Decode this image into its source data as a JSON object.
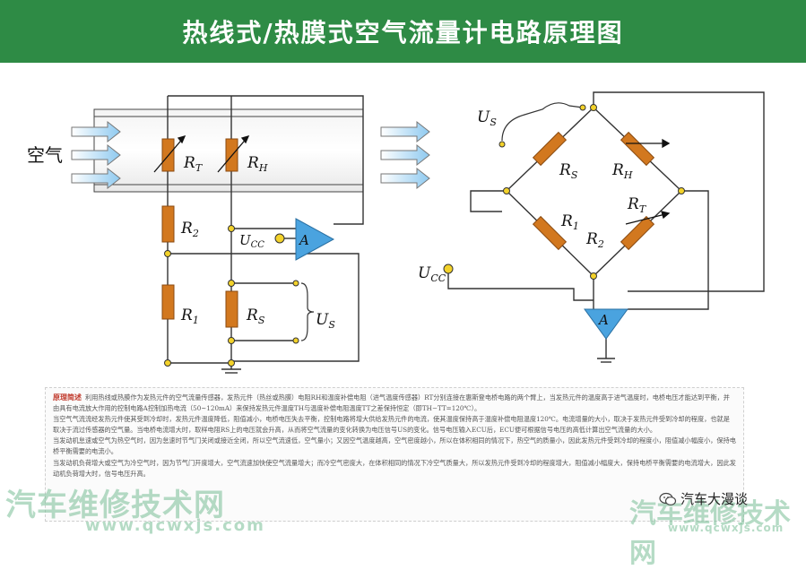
{
  "title": "热线式/热膜式空气流量计电路原理图",
  "left_circuit": {
    "air_label": "空气",
    "rt": {
      "name": "R",
      "sub": "T"
    },
    "rh": {
      "name": "R",
      "sub": "H"
    },
    "r2": {
      "name": "R",
      "sub": "2"
    },
    "r1": {
      "name": "R",
      "sub": "1"
    },
    "rs": {
      "name": "R",
      "sub": "S"
    },
    "ucc": {
      "name": "U",
      "sub": "CC"
    },
    "amp": "A",
    "us": {
      "name": "U",
      "sub": "S"
    }
  },
  "right_circuit": {
    "us": {
      "name": "U",
      "sub": "S"
    },
    "rs": {
      "name": "R",
      "sub": "S"
    },
    "rh": {
      "name": "R",
      "sub": "H"
    },
    "rt": {
      "name": "R",
      "sub": "T"
    },
    "r1": {
      "name": "R",
      "sub": "1"
    },
    "r2": {
      "name": "R",
      "sub": "2"
    },
    "ucc": {
      "name": "U",
      "sub": "CC"
    },
    "amp": "A"
  },
  "description": {
    "heading": "原理简述",
    "paragraphs": [
      "利用热线或热膜作为发热元件的空气流量传感器，发热元件（热丝或热膜）电阻RH和温度补偿电阻（进气温度传感器）RT分别连接在惠斯登电桥电路的两个臂上，当发热元件的温度高于进气温度时，电桥电压才能达到平衡，并由具有电流放大作用的控制电路A控制加热电流（50~120mA）来保持发热元件温度TH与温度补偿电阻温度TT之差保持恒定（即TH−TT=120℃）。",
      "当空气气流流经发热元件使其受到冷却时，发热元件温度降低，阻值减小，电桥电压失去平衡，控制电路将增大供给发热元件的电流，使其温度保持高于温度补偿电阻温度120℃。电流增量的大小，取决于发热元件受到冷却的程度，也就是取决于流过传感器的空气量。当电桥电流增大时，取样电阻RS上的电压就会升高，从而将空气流量的变化转换为电压信号US的变化。信号电压输入ECU后，ECU便可根据信号电压的高低计算出空气流量的大小。",
      "当发动机怠速或空气为热空气时，因为怠速时节气门关闭或接近全闭，所以空气流速低，空气量小；又因空气温度越高，空气密度越小，所以在体积相同的情况下，热空气的质量小，因此发热元件受到冷却的程度小，阻值减小幅度小，保持电桥平衡需要的电流小。",
      "当发动机负荷增大或空气为冷空气时，因为节气门开度增大，空气流速加快使空气流量增大；而冷空气密度大，在体积相同的情况下冷空气质量大，所以发热元件受到冷却的程度增大，阻值减小幅度大，保持电桥平衡需要的电流增大，因此发动机负荷增大时，信号电压升高。"
    ]
  },
  "watermarks": {
    "left": "汽车维修技术网",
    "left_url": "www.qcwxjs.com",
    "right": "汽车维修技术网",
    "right_url": "www.qcwxjs.com",
    "wechat": "汽车大漫谈"
  },
  "colors": {
    "title_bg": "#2e8b45",
    "resistor": "#d2781f",
    "amplifier": "#4aa3df",
    "wire": "#333333",
    "node": "#f3d22a"
  }
}
